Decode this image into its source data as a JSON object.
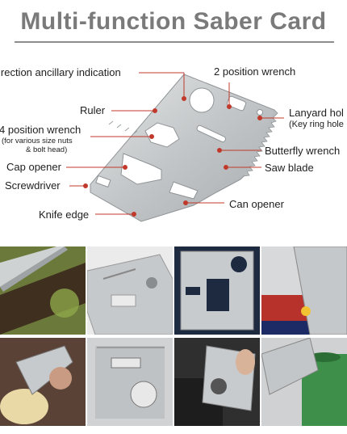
{
  "title": "Multi-function Saber Card",
  "labels": {
    "direction": "irection ancillary indication",
    "wrench2": "2 position wrench",
    "ruler": "Ruler",
    "lanyard": "Lanyard hol",
    "keyring": "(Key ring hole",
    "wrench4": "4 position wrench",
    "wrench4_sub1": "(for various size nuts",
    "wrench4_sub2": "& bolt head)",
    "butterfly": "Butterfly wrench",
    "cap": "Cap opener",
    "saw": "Saw blade",
    "screwdriver": "Screwdriver",
    "canopener": "Can opener",
    "knife": "Knife edge"
  },
  "colors": {
    "title": "#7a7a7a",
    "leader": "#c0392b",
    "steel": "#c9ccce"
  },
  "photos": [
    {
      "name": "saw-on-branch-photo"
    },
    {
      "name": "card-on-surface-photo"
    },
    {
      "name": "card-in-blue-case-photo"
    },
    {
      "name": "card-on-can-photo"
    },
    {
      "name": "knife-edge-cutting-fruit-photo"
    },
    {
      "name": "card-ruler-detail-photo"
    },
    {
      "name": "card-wrench-on-bolt-photo"
    },
    {
      "name": "card-opening-bottle-photo"
    }
  ]
}
